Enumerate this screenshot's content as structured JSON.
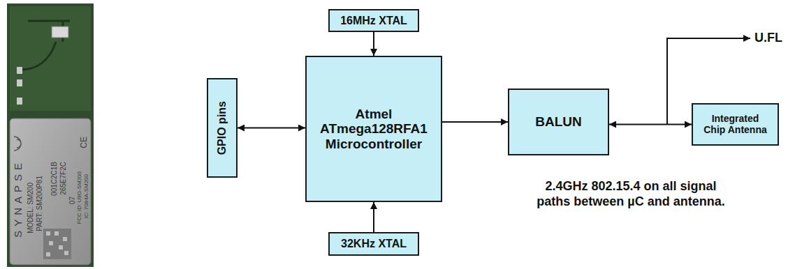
{
  "diagram": {
    "nodes": [
      {
        "text": [
          "GPIO pins"
        ]
      },
      {
        "text": [
          "16MHz XTAL"
        ]
      },
      {
        "text": [
          "Atmel ATmega128RFA1 Microcontroller"
        ]
      },
      {
        "text": [
          "32KHz XTAL"
        ]
      },
      {
        "text": [
          "BALUN"
        ]
      },
      {
        "text": [
          "Integrated Chip Antenna"
        ]
      }
    ],
    "edges": [
      {
        "from": 0,
        "to": 2,
        "arrow": "both"
      },
      {
        "from": 1,
        "to": 2,
        "arrow": "to"
      },
      {
        "from": 3,
        "to": 2,
        "arrow": "to"
      },
      {
        "from": 2,
        "to": 4,
        "arrow": "to"
      },
      {
        "from": 4,
        "to": 5,
        "arrow": "both"
      }
    ],
    "labels": [
      "U.FL",
      "2.4GHz 802.15.4 on all signal paths between µC and antenna.",
      "SYNAPSE",
      "MODEL: SM200",
      "PART: SM200P81",
      "001C2C1B",
      "265E7F2C",
      "07",
      "FCC ID: U9O-SM200",
      "IC: 7084A-SM200",
      "CE"
    ]
  }
}
